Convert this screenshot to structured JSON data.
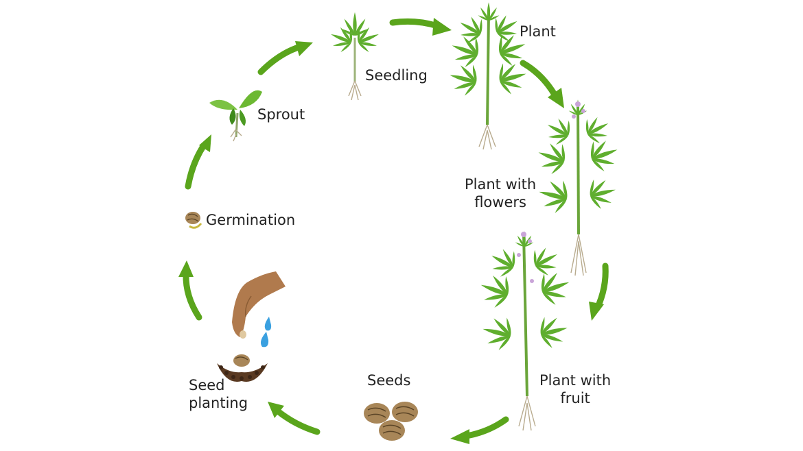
{
  "diagram": {
    "stages": [
      {
        "id": "germination",
        "label": "Germination"
      },
      {
        "id": "sprout",
        "label": "Sprout"
      },
      {
        "id": "seedling",
        "label": "Seedling"
      },
      {
        "id": "plant",
        "label": "Plant"
      },
      {
        "id": "plant_with_flowers",
        "label": "Plant with\nflowers"
      },
      {
        "id": "plant_with_fruit",
        "label": "Plant with\nfruit"
      },
      {
        "id": "seeds",
        "label": "Seeds"
      },
      {
        "id": "seed_planting",
        "label": "Seed\nplanting"
      }
    ],
    "colors": {
      "arrow": "#5aa51c",
      "leaf": "#5fae2e",
      "leaf_dark": "#3f8a1c",
      "root": "#a89a80",
      "seed": "#a88658",
      "soil": "#5a3a22",
      "hand": "#b07a4d",
      "water": "#3aa0e0",
      "flower": "#c9a4d8"
    }
  }
}
